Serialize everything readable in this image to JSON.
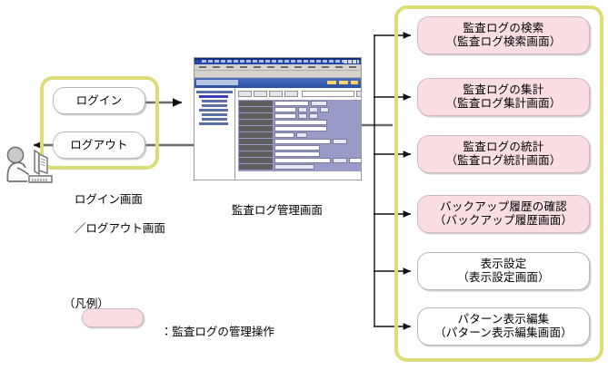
{
  "diagram": {
    "title_hidden": "",
    "colors": {
      "group_border": "#dcdc79",
      "node_fill_pink": "#fadee3",
      "node_fill_plain": "#ffffff",
      "node_border": "#b9b9b9",
      "arrow": "#6b6b6b",
      "branch_line": "#1a1a1a"
    }
  },
  "left_group": {
    "nodes": [
      {
        "line1": "ログイン",
        "line2": ""
      },
      {
        "line1": "ログアウト",
        "line2": ""
      }
    ],
    "caption_line1": "ログイン画面",
    "caption_line2": "／ログアウト画面",
    "actor_icon": "person-at-terminal-icon"
  },
  "center": {
    "caption": "監査ログ管理画面",
    "thumbnail_alt": "audit-log-management-screen-thumbnail"
  },
  "right_group": {
    "nodes": [
      {
        "line1": "監査ログの検索",
        "line2": "（監査ログ検索画面）",
        "highlight": true
      },
      {
        "line1": "監査ログの集計",
        "line2": "（監査ログ集計画面）",
        "highlight": true
      },
      {
        "line1": "監査ログの統計",
        "line2": "（監査ログ統計画面）",
        "highlight": true
      },
      {
        "line1": "バックアップ履歴の確認",
        "line2": "（バックアップ履歴画面）",
        "highlight": true
      },
      {
        "line1": "表示設定",
        "line2": "（表示設定画面）",
        "highlight": false
      },
      {
        "line1": "パターン表示編集",
        "line2": "（パターン表示編集画面）",
        "highlight": false
      }
    ]
  },
  "legend": {
    "heading": "（凡例）",
    "separator": "：",
    "entry_label": "監査ログの管理操作"
  }
}
